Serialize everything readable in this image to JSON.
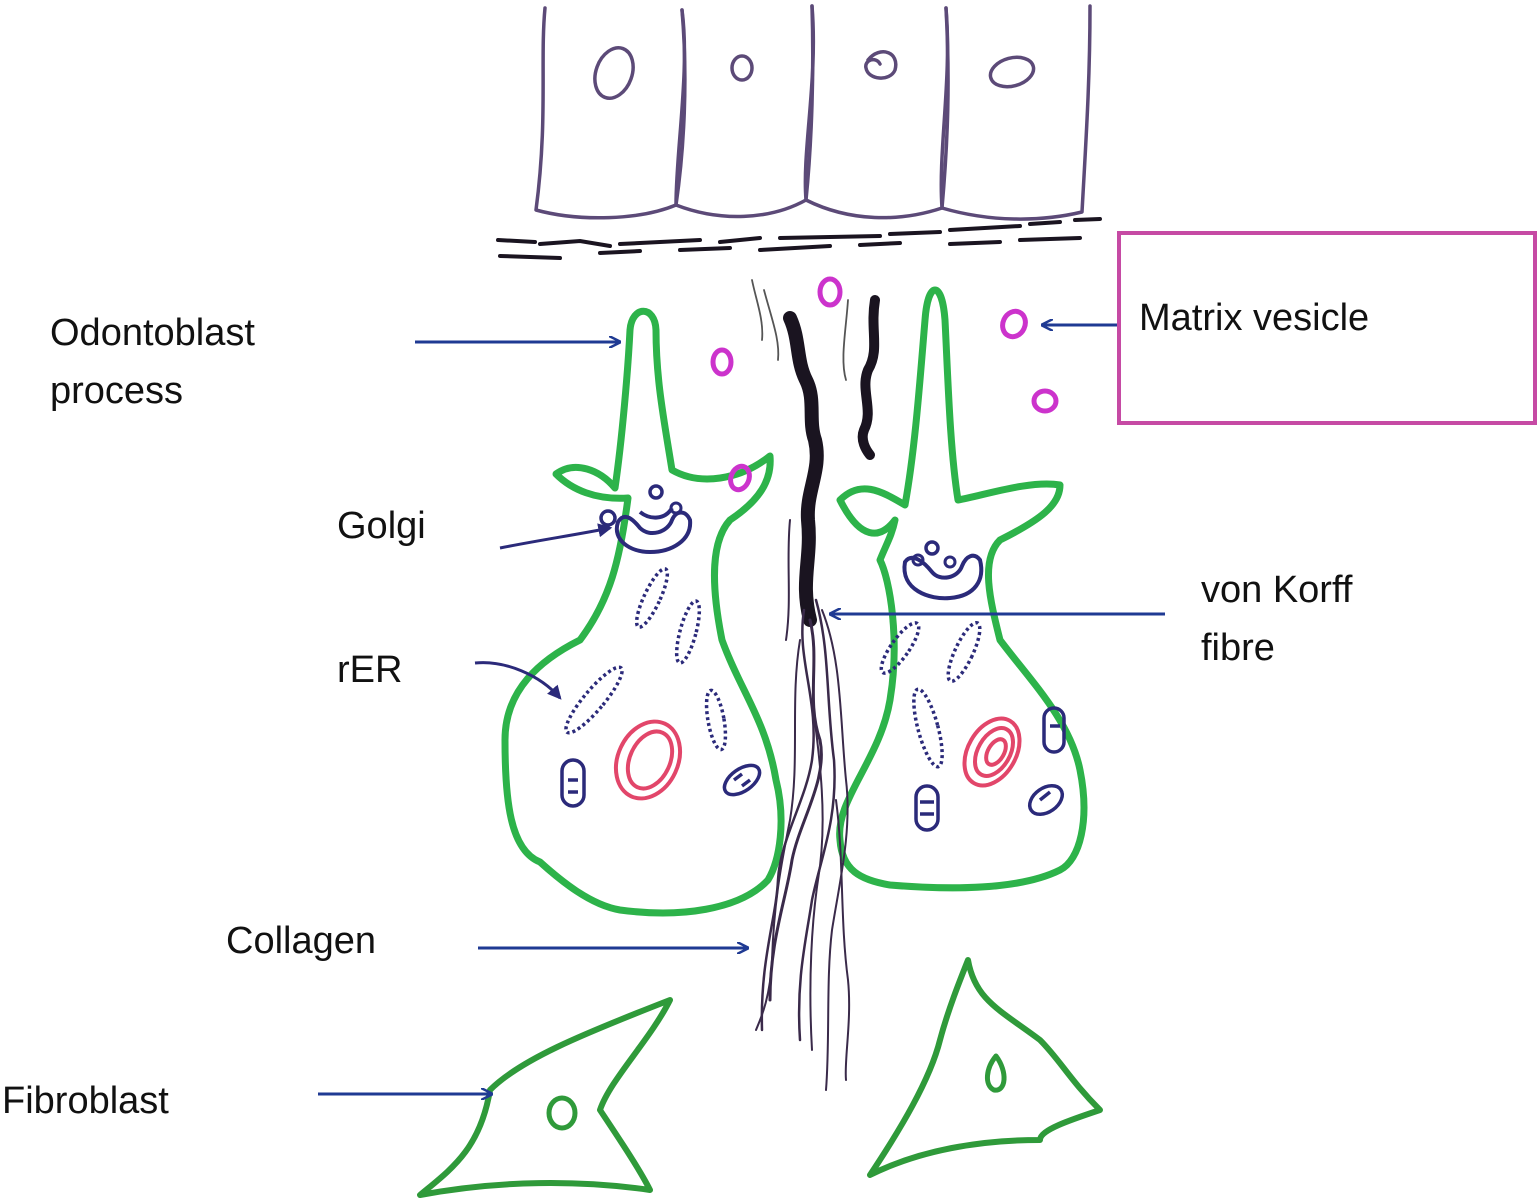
{
  "labels": {
    "odontoblast_process_line1": "Odontoblast",
    "odontoblast_process_line2": "process",
    "golgi": "Golgi",
    "rer": "rER",
    "von_korff_line1": "von Korff",
    "von_korff_line2": "fibre",
    "collagen": "Collagen",
    "fibroblast": "Fibroblast",
    "matrix_vesicle": "Matrix vesicle"
  },
  "colors": {
    "ameloblast_outline": "#5c4a78",
    "cell_outline": "#2db34a",
    "fibroblast_outline": "#2f9a3a",
    "organelle": "#2b2a7a",
    "nucleus": "#e2466a",
    "matrix_vesicle": "#cc33cc",
    "pointer_arrow": "#1f3a93",
    "highlight_box": "#c64aa4",
    "fibre": "#1a1420"
  }
}
